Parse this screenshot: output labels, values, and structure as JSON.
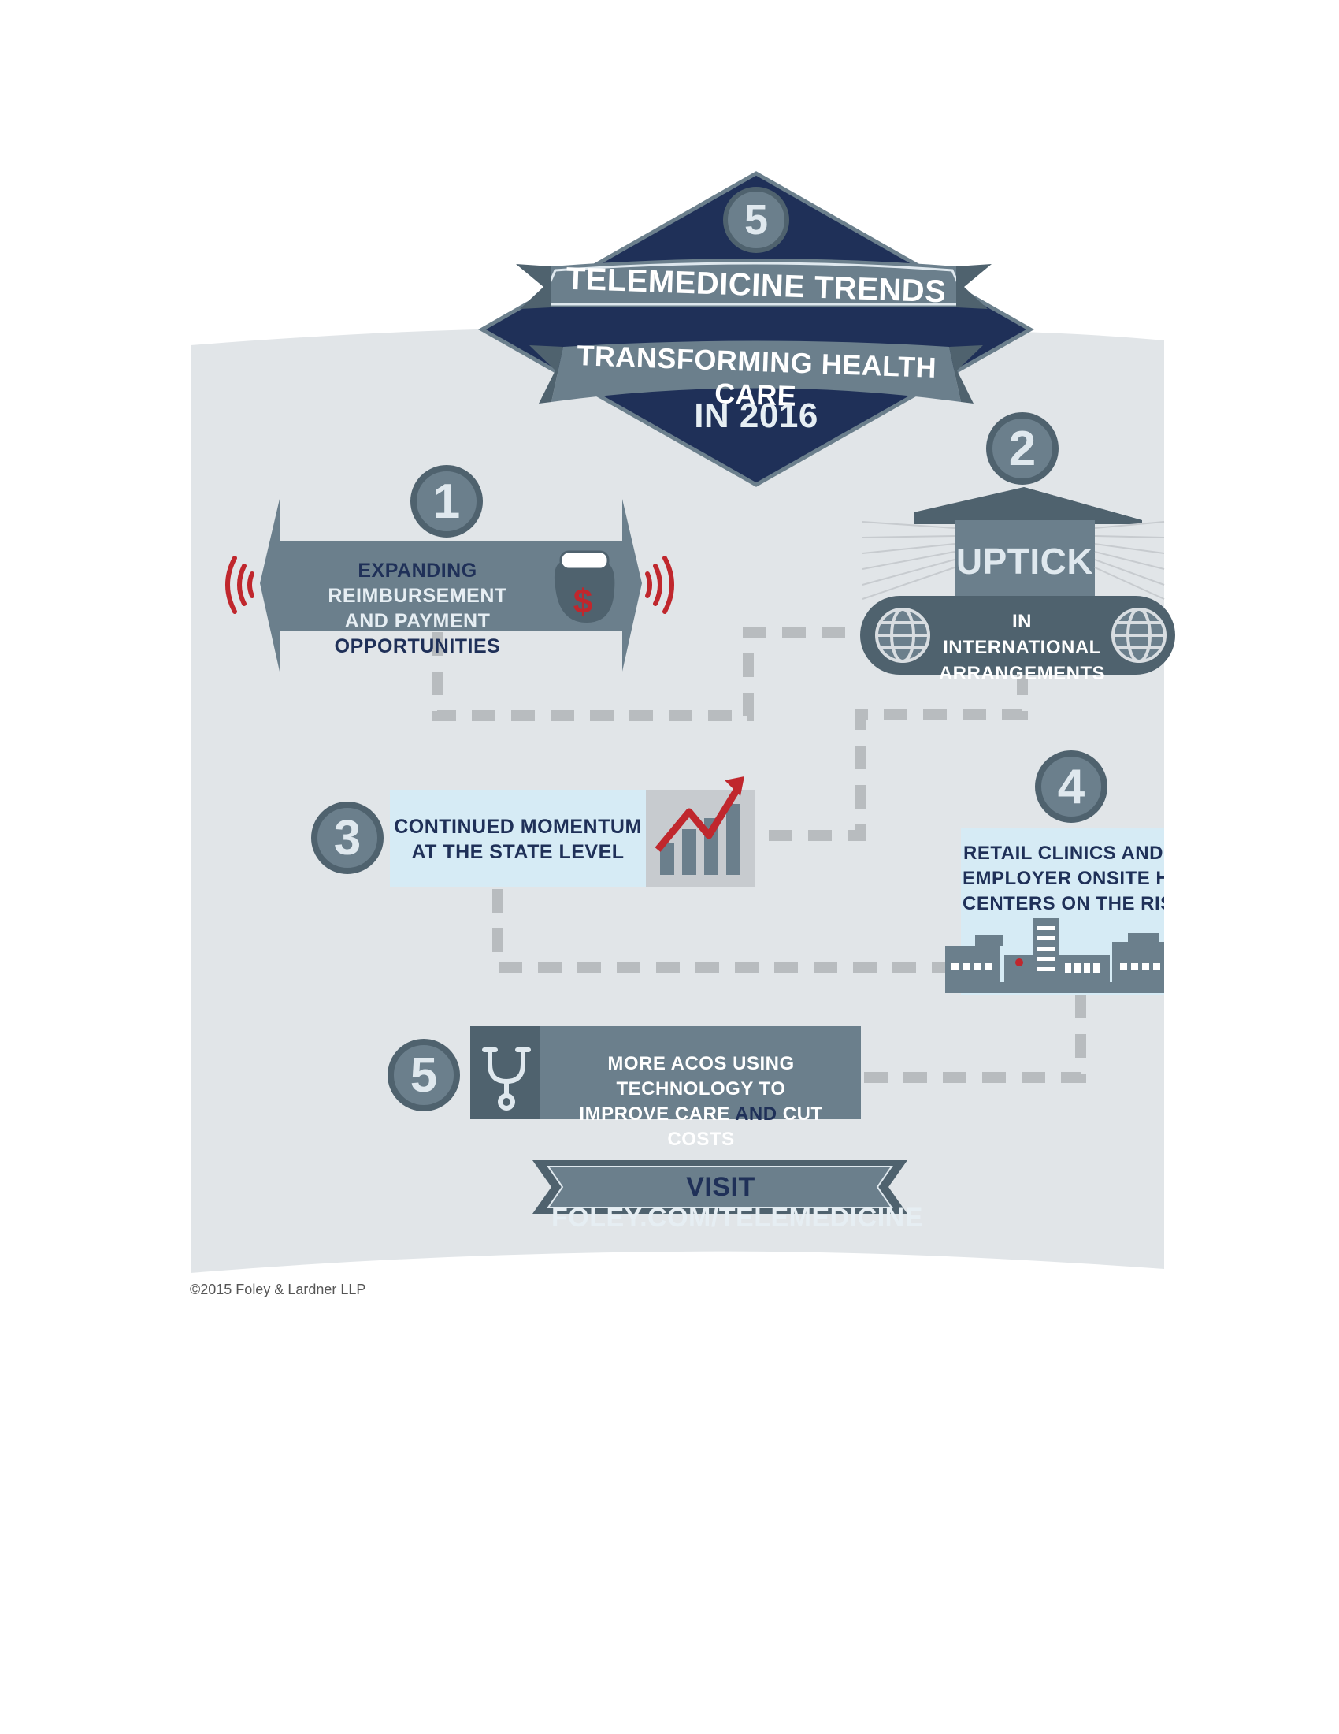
{
  "header": {
    "number": "5",
    "title": "TELEMEDICINE TRENDS",
    "subtitle": "TRANSFORMING HEALTH CARE",
    "year": "IN 2016"
  },
  "trends": [
    {
      "number": "1",
      "parts": [
        {
          "text": "EXPANDING ",
          "hl": false
        },
        {
          "text": "REIMBURSEMENT",
          "hl": true
        }
      ],
      "parts2": [
        {
          "text": "AND PAYMENT ",
          "hl": true
        },
        {
          "text": "OPPORTUNITIES",
          "hl": false
        }
      ],
      "icon": "money-bag-icon"
    },
    {
      "number": "2",
      "headline": "UPTICK",
      "line1": "IN INTERNATIONAL",
      "line2": "ARRANGEMENTS",
      "icon": "globe-icon"
    },
    {
      "number": "3",
      "line1": "CONTINUED MOMENTUM",
      "line2": "AT THE STATE LEVEL",
      "icon": "rising-chart-icon"
    },
    {
      "number": "4",
      "line1": "RETAIL CLINICS AND",
      "line2": "EMPLOYER ONSITE HEALTH",
      "line3": "CENTERS ON THE RISE",
      "icon": "buildings-icon"
    },
    {
      "number": "5",
      "line1": "MORE ACOS USING TECHNOLOGY TO",
      "parts2": [
        {
          "text": "IMPROVE CARE ",
          "hl": false
        },
        {
          "text": "AND ",
          "hl": true
        },
        {
          "text": "CUT COSTS",
          "hl": false
        }
      ],
      "icon": "stethoscope-icon"
    }
  ],
  "cta": {
    "visit": "VISIT ",
    "url": "FOLEY.COM/TELEMEDICINE"
  },
  "copyright": "©2015 Foley & Lardner LLP",
  "colors": {
    "navy": "#1f3058",
    "slate": "#6b7f8c",
    "dark_slate": "#4f626e",
    "light_blue": "#d6ebf5",
    "red": "#c0272d",
    "panel": "#e1e5e8"
  }
}
